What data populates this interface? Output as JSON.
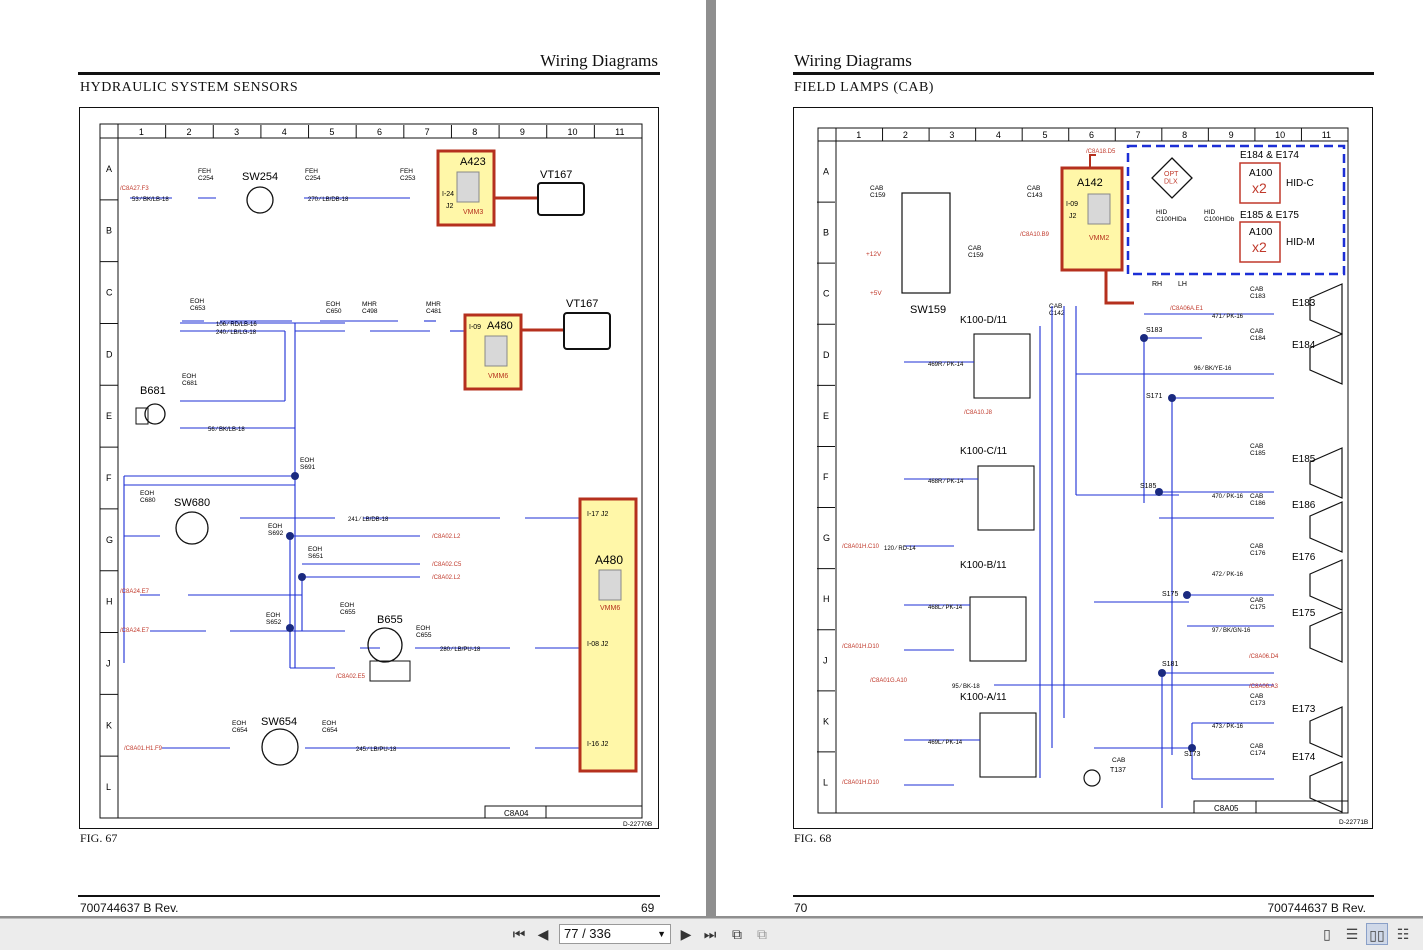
{
  "left_page": {
    "header": "Wiring Diagrams",
    "section_title": "HYDRAULIC SYSTEM SENSORS",
    "figure": "FIG.  67",
    "doc_number": "700744637 B Rev.",
    "page_number": "69",
    "drawing_id": "D-22770B",
    "sheet_ref": "C8A04",
    "grid_columns": [
      "1",
      "2",
      "3",
      "4",
      "5",
      "6",
      "7",
      "8",
      "9",
      "10",
      "11"
    ],
    "grid_rows": [
      "A",
      "B",
      "C",
      "D",
      "E",
      "F",
      "G",
      "H",
      "J",
      "K",
      "L"
    ],
    "components": {
      "a423": "A423",
      "a423_pin": "I-24",
      "a423_conn": "J2",
      "a423_sub": "VMM3",
      "vt167_top": "VT167",
      "a480_mid": "A480",
      "a480_mid_pin": "I-09",
      "a480_mid_sub": "VMM6",
      "vt167_mid": "VT167",
      "a480_big": "A480",
      "a480_big_sub": "VMM6",
      "a480_pin1": "I-17",
      "a480_pin2": "I-08",
      "a480_pin3": "I-16",
      "a480_conn": "J2",
      "sw254": "SW254",
      "sw680": "SW680",
      "sw654": "SW654",
      "b681": "B681",
      "b655": "B655"
    },
    "labels": {
      "feh_c254_a": "FEH\nC254",
      "feh_c254_b": "FEH\nC254",
      "feh_c253": "FEH\nC253",
      "eoh_c653": "EOH\nC653",
      "eoh_c650_d": "EOH\nC650",
      "mhr_c498_d": "MHR\nC498",
      "mhr_c481_d": "MHR\nC481",
      "eoh_c681": "EOH\nC681",
      "eoh_s691": "EOH\nS691",
      "eoh_c680": "EOH\nC680",
      "eoh_s692": "EOH\nS692",
      "eoh_s651": "EOH\nS651",
      "eoh_s652": "EOH\nS652",
      "eoh_c655_a": "EOH\nC655",
      "eoh_c655_b": "EOH\nC655",
      "eoh_c654_a": "EOH\nC654",
      "eoh_c654_b": "EOH\nC654",
      "w_53": "53 ⁄ BK/LB-18",
      "w_270": "270 ⁄ LB/DB-18",
      "w_106": "106 ⁄ RD/LB-16",
      "w_240": "240 ⁄ LB/LG-18",
      "w_56": "56 ⁄ BK/LB-18",
      "w_241": "241 ⁄ LB/DB-18",
      "w_280": "280 ⁄ LB/PU-18",
      "w_245": "245 ⁄ LB/PU-18",
      "x_c8a27": "/C8A27.F3",
      "x_c8a24h": "/C8A24.E7",
      "x_c8a24j": "/C8A24.E7",
      "x_c8a02_l2": "/C8A02.L2",
      "x_c8a02_c5": "/C8A02.C5",
      "x_c8a02_l2b": "/C8A02.L2",
      "x_c8a02_e5": "/C8A02.E5",
      "x_c8a01": "/C8A01.H1.F9"
    }
  },
  "right_page": {
    "header": "Wiring Diagrams",
    "section_title": "FIELD LAMPS (CAB)",
    "figure": "FIG.  68",
    "doc_number": "700744637 B Rev.",
    "page_number": "70",
    "drawing_id": "D-22771B",
    "sheet_ref": "C8A05",
    "grid_columns": [
      "1",
      "2",
      "3",
      "4",
      "5",
      "6",
      "7",
      "8",
      "9",
      "10",
      "11"
    ],
    "grid_rows": [
      "A",
      "B",
      "C",
      "D",
      "E",
      "F",
      "G",
      "H",
      "J",
      "K",
      "L"
    ],
    "components": {
      "a142": "A142",
      "a142_pin": "I-09",
      "a142_conn": "J2",
      "a142_sub": "VMM2",
      "opt": "OPT\nDLX",
      "e184_e174": "E184 & E174",
      "e185_e175": "E185 & E175",
      "a100_top": "A100",
      "a100_bot": "A100",
      "x2_top": "x2",
      "x2_bot": "x2",
      "hid_c": "HID-C",
      "hid_m": "HID-M",
      "sw159": "SW159",
      "k100_d": "K100-D/11",
      "k100_c": "K100-C/11",
      "k100_b": "K100-B/11",
      "k100_a": "K100-A/11",
      "e183": "E183",
      "e184": "E184",
      "e185": "E185",
      "e186": "E186",
      "e176": "E176",
      "e175": "E175",
      "e173": "E173",
      "e174": "E174",
      "s183": "S183",
      "s171": "S171",
      "s185": "S185",
      "s175": "S175",
      "s181": "S181",
      "s173": "S173",
      "t137": "T137",
      "rh": "RH",
      "lh": "LH"
    },
    "labels": {
      "cab_c159_a": "CAB\nC159",
      "cab_c159_b": "CAB\nC159",
      "cab_c143": "CAB\nC143",
      "cab_c142": "CAB\nC142",
      "hid_c100a": "HID\nC100HIDa",
      "hid_c100b": "HID\nC100HIDb",
      "v12": "+12V",
      "v5": "+5V",
      "cab_c183": "CAB\nC183",
      "cab_c184": "CAB\nC184",
      "cab_c185": "CAB\nC185",
      "cab_c186": "CAB\nC186",
      "cab_c176": "CAB\nC176",
      "cab_c175": "CAB\nC175",
      "cab_c173": "CAB\nC173",
      "cab_c174": "CAB\nC174",
      "cab_t137": "CAB",
      "w_471": "471 ⁄ PK-16",
      "w_96": "96 ⁄ BK/YE-16",
      "w_470": "470 ⁄ PK-16",
      "w_472": "472 ⁄ PK-16",
      "w_97": "97 ⁄ BK/GN-16",
      "w_473": "473 ⁄ PK-16",
      "w_469r": "469R ⁄ PK-14",
      "w_468r": "468R ⁄ PK-14",
      "w_468l": "468L ⁄ PK-14",
      "w_469l": "469L ⁄ PK-14",
      "w_120": "120 ⁄ RD-14",
      "w_95": "95 ⁄ BK-18",
      "x_c8a18": "/C8A18.D5",
      "x_c8a10": "/C8A10.B9",
      "x_c8a10b": "/C8A10.J8",
      "x_c8a01_c10": "/C8A01H.C10",
      "x_c8a01_d10": "/C8A01H.D10",
      "x_c8a01_d10b": "/C8A01H.D10",
      "x_c8a01_a10": "/C8A01G.A10",
      "x_c8a06": "/C8A06A.E1",
      "x_c8a06_d4": "/C8A06.D4",
      "x_c8a06_a3": "/C8A06.A3"
    }
  },
  "toolbar": {
    "page_indicator": "77 / 336",
    "icons": [
      "first-page-icon",
      "prev-page-icon",
      "next-page-icon",
      "last-page-icon",
      "copy-page-icon",
      "rotate-icon",
      "single-page-icon",
      "continuous-icon",
      "two-page-icon",
      "two-page-continuous-icon"
    ]
  }
}
